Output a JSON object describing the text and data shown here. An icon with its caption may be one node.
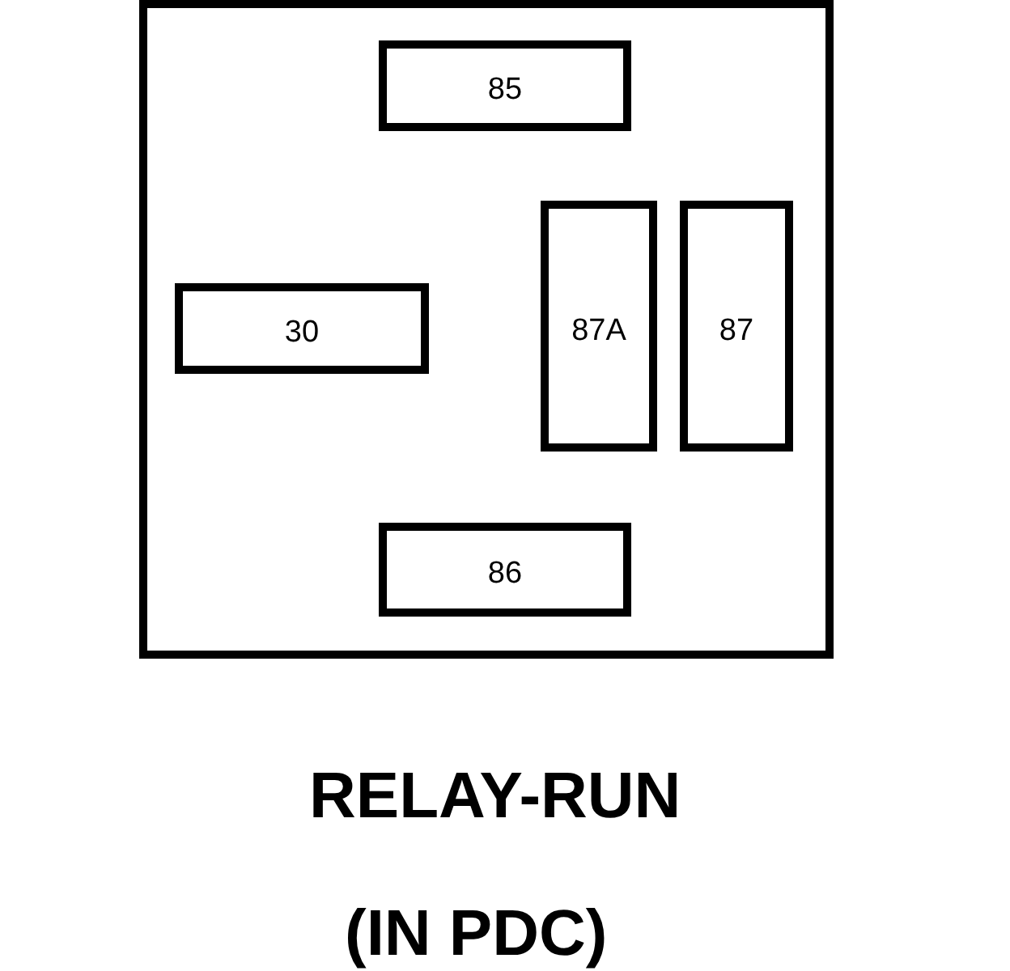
{
  "diagram": {
    "caption": "RELAY-RUN",
    "nodes": [
      {
        "text": [],
        "shape": "box"
      },
      {
        "text": [
          "85"
        ],
        "in": 0
      },
      {
        "text": [
          "30"
        ],
        "in": 0
      },
      {
        "text": [
          "87A"
        ],
        "in": 0
      },
      {
        "text": [
          "87"
        ],
        "in": 0
      },
      {
        "text": [
          "86"
        ],
        "in": 0
      }
    ],
    "labels": [
      "(IN PDC)"
    ]
  }
}
